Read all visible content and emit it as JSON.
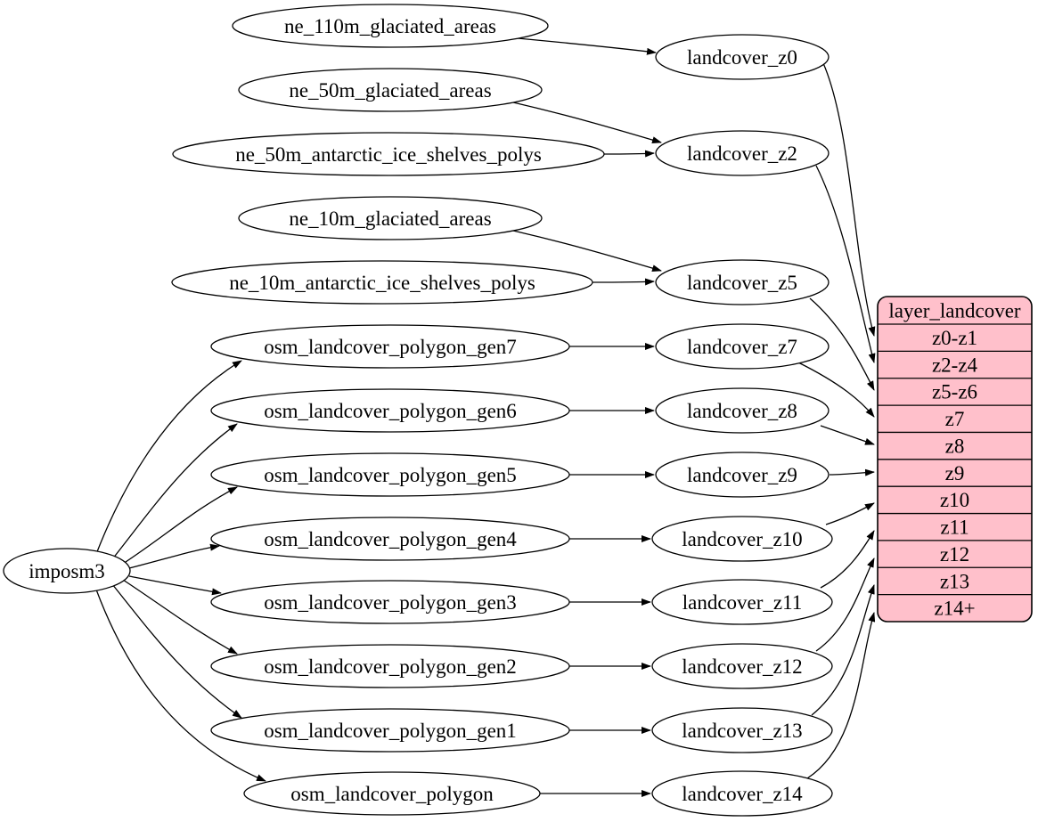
{
  "diagram": {
    "background": "#ffffff",
    "node_fill": "#ffffff",
    "node_stroke": "#000000",
    "edge_color": "#000000",
    "text_color": "#000000",
    "nodes": [
      {
        "id": "imposm3",
        "label": "imposm3"
      },
      {
        "id": "ne_110m_glaciated_areas",
        "label": "ne_110m_glaciated_areas"
      },
      {
        "id": "ne_50m_glaciated_areas",
        "label": "ne_50m_glaciated_areas"
      },
      {
        "id": "ne_50m_antarctic_ice_shelves_polys",
        "label": "ne_50m_antarctic_ice_shelves_polys"
      },
      {
        "id": "ne_10m_glaciated_areas",
        "label": "ne_10m_glaciated_areas"
      },
      {
        "id": "ne_10m_antarctic_ice_shelves_polys",
        "label": "ne_10m_antarctic_ice_shelves_polys"
      },
      {
        "id": "osm_landcover_polygon_gen7",
        "label": "osm_landcover_polygon_gen7"
      },
      {
        "id": "osm_landcover_polygon_gen6",
        "label": "osm_landcover_polygon_gen6"
      },
      {
        "id": "osm_landcover_polygon_gen5",
        "label": "osm_landcover_polygon_gen5"
      },
      {
        "id": "osm_landcover_polygon_gen4",
        "label": "osm_landcover_polygon_gen4"
      },
      {
        "id": "osm_landcover_polygon_gen3",
        "label": "osm_landcover_polygon_gen3"
      },
      {
        "id": "osm_landcover_polygon_gen2",
        "label": "osm_landcover_polygon_gen2"
      },
      {
        "id": "osm_landcover_polygon_gen1",
        "label": "osm_landcover_polygon_gen1"
      },
      {
        "id": "osm_landcover_polygon",
        "label": "osm_landcover_polygon"
      },
      {
        "id": "landcover_z0",
        "label": "landcover_z0"
      },
      {
        "id": "landcover_z2",
        "label": "landcover_z2"
      },
      {
        "id": "landcover_z5",
        "label": "landcover_z5"
      },
      {
        "id": "landcover_z7",
        "label": "landcover_z7"
      },
      {
        "id": "landcover_z8",
        "label": "landcover_z8"
      },
      {
        "id": "landcover_z9",
        "label": "landcover_z9"
      },
      {
        "id": "landcover_z10",
        "label": "landcover_z10"
      },
      {
        "id": "landcover_z11",
        "label": "landcover_z11"
      },
      {
        "id": "landcover_z12",
        "label": "landcover_z12"
      },
      {
        "id": "landcover_z13",
        "label": "landcover_z13"
      },
      {
        "id": "landcover_z14",
        "label": "landcover_z14"
      }
    ],
    "record": {
      "id": "layer_landcover",
      "title": "layer_landcover",
      "fill": "#ffc0cb",
      "stroke": "#000000",
      "rows": [
        "z0-z1",
        "z2-z4",
        "z5-z6",
        "z7",
        "z8",
        "z9",
        "z10",
        "z11",
        "z12",
        "z13",
        "z14+"
      ]
    },
    "edges": [
      {
        "from": "ne_110m_glaciated_areas",
        "to": "landcover_z0"
      },
      {
        "from": "ne_50m_glaciated_areas",
        "to": "landcover_z2"
      },
      {
        "from": "ne_50m_antarctic_ice_shelves_polys",
        "to": "landcover_z2"
      },
      {
        "from": "ne_10m_glaciated_areas",
        "to": "landcover_z5"
      },
      {
        "from": "ne_10m_antarctic_ice_shelves_polys",
        "to": "landcover_z5"
      },
      {
        "from": "imposm3",
        "to": "osm_landcover_polygon_gen7"
      },
      {
        "from": "imposm3",
        "to": "osm_landcover_polygon_gen6"
      },
      {
        "from": "imposm3",
        "to": "osm_landcover_polygon_gen5"
      },
      {
        "from": "imposm3",
        "to": "osm_landcover_polygon_gen4"
      },
      {
        "from": "imposm3",
        "to": "osm_landcover_polygon_gen3"
      },
      {
        "from": "imposm3",
        "to": "osm_landcover_polygon_gen2"
      },
      {
        "from": "imposm3",
        "to": "osm_landcover_polygon_gen1"
      },
      {
        "from": "imposm3",
        "to": "osm_landcover_polygon"
      },
      {
        "from": "osm_landcover_polygon_gen7",
        "to": "landcover_z7"
      },
      {
        "from": "osm_landcover_polygon_gen6",
        "to": "landcover_z8"
      },
      {
        "from": "osm_landcover_polygon_gen5",
        "to": "landcover_z9"
      },
      {
        "from": "osm_landcover_polygon_gen4",
        "to": "landcover_z10"
      },
      {
        "from": "osm_landcover_polygon_gen3",
        "to": "landcover_z11"
      },
      {
        "from": "osm_landcover_polygon_gen2",
        "to": "landcover_z12"
      },
      {
        "from": "osm_landcover_polygon_gen1",
        "to": "landcover_z13"
      },
      {
        "from": "osm_landcover_polygon",
        "to": "landcover_z14"
      },
      {
        "from": "landcover_z0",
        "to": "layer_landcover",
        "port": "z0-z1"
      },
      {
        "from": "landcover_z2",
        "to": "layer_landcover",
        "port": "z2-z4"
      },
      {
        "from": "landcover_z5",
        "to": "layer_landcover",
        "port": "z5-z6"
      },
      {
        "from": "landcover_z7",
        "to": "layer_landcover",
        "port": "z7"
      },
      {
        "from": "landcover_z8",
        "to": "layer_landcover",
        "port": "z8"
      },
      {
        "from": "landcover_z9",
        "to": "layer_landcover",
        "port": "z9"
      },
      {
        "from": "landcover_z10",
        "to": "layer_landcover",
        "port": "z10"
      },
      {
        "from": "landcover_z11",
        "to": "layer_landcover",
        "port": "z11"
      },
      {
        "from": "landcover_z12",
        "to": "layer_landcover",
        "port": "z12"
      },
      {
        "from": "landcover_z13",
        "to": "layer_landcover",
        "port": "z13"
      },
      {
        "from": "landcover_z14",
        "to": "layer_landcover",
        "port": "z14+"
      }
    ]
  }
}
